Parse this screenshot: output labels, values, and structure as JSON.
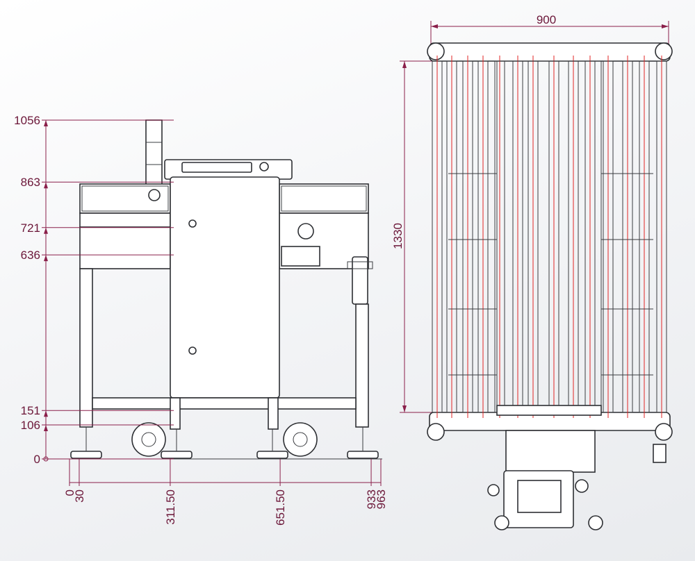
{
  "side_view": {
    "height_labels": [
      "1056",
      "863",
      "721",
      "636",
      "151",
      "106",
      "0"
    ],
    "width_labels": [
      "0",
      "30",
      "311.50",
      "651.50",
      "933",
      "963"
    ]
  },
  "top_view": {
    "width_label": "900",
    "length_label": "1330"
  },
  "colors": {
    "dimension": "#8a1f4a",
    "dimension_text": "#6b1638",
    "centerline": "#e02424",
    "outline": "#2d2f33"
  }
}
